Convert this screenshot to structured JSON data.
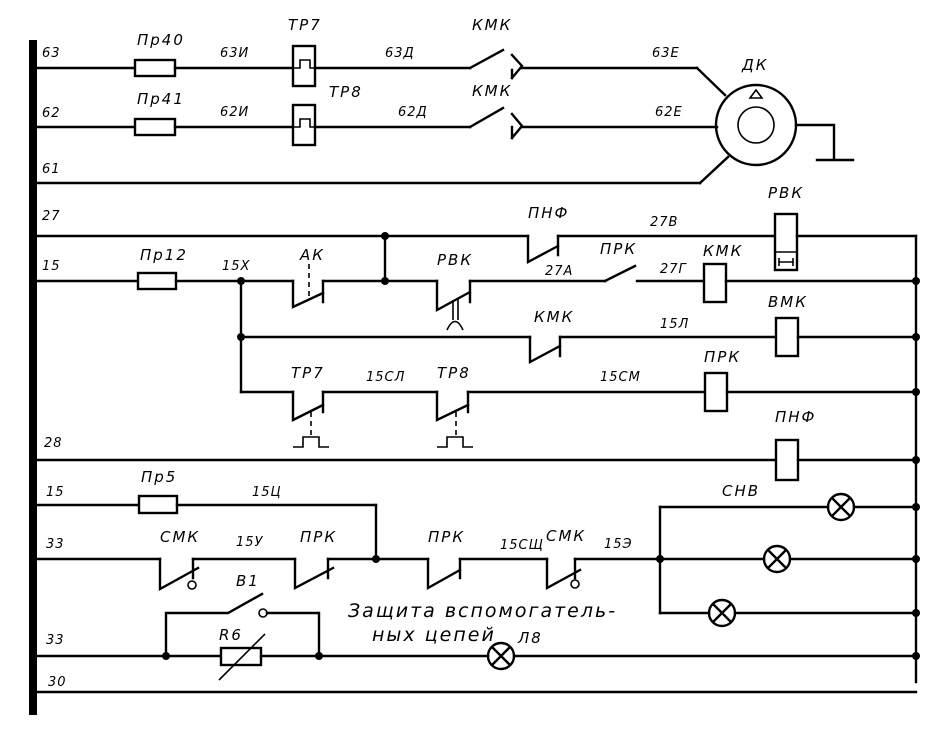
{
  "diagram": {
    "type": "electrical-schematic",
    "title": "Защита вспомогательных цепей",
    "wires": {
      "w63": "63",
      "w62": "62",
      "w61": "61",
      "w27": "27",
      "w15a": "15",
      "w28": "28",
      "w15b": "15",
      "w33a": "33",
      "w33b": "33",
      "w30": "30",
      "w63i": "63И",
      "w62i": "62И",
      "w63d": "63Д",
      "w62d": "62Д",
      "w63e": "63Е",
      "w62e": "62Е",
      "w15x": "15Х",
      "w27v": "27В",
      "w27a": "27А",
      "w27g": "27Г",
      "w15l": "15Л",
      "w15sl": "15СЛ",
      "w15sm": "15СМ",
      "w15c": "15Ц",
      "w15u": "15У",
      "w15sch": "15СЩ",
      "w15e": "15Э"
    },
    "components": {
      "fuse_pr40": "Пр40",
      "fuse_pr41": "Пр41",
      "thermal_tr7": "ТР7",
      "thermal_tr8": "ТР8",
      "kmk_contact_1": "КМК",
      "kmk_contact_2": "КМК",
      "motor_dk": "ДК",
      "fuse_pr12": "Пр12",
      "ak_contact": "АК",
      "rvk_contact": "РВК",
      "pnf_contact": "ПНФ",
      "prk_contact_top": "ПРК",
      "kmk_coil": "КМК",
      "rvk_coil": "РВК",
      "kmk_contact_nc": "КМК",
      "vmk_coil": "ВМК",
      "tr7_contact": "ТР7",
      "tr8_contact": "ТР8",
      "prk_coil": "ПРК",
      "pnf_coil": "ПНФ",
      "fuse_pr5": "Пр5",
      "smk_contact_1": "СМК",
      "prk_contact_mid": "ПРК",
      "prk_contact_right": "ПРК",
      "smk_contact_2": "СМК",
      "snv_lamps": "СНВ",
      "switch_v1": "В1",
      "resistor_r6": "R6",
      "lamp_l8": "Л8"
    },
    "note_lines": [
      "Защита вспомогатель-",
      "ных цепей"
    ]
  }
}
